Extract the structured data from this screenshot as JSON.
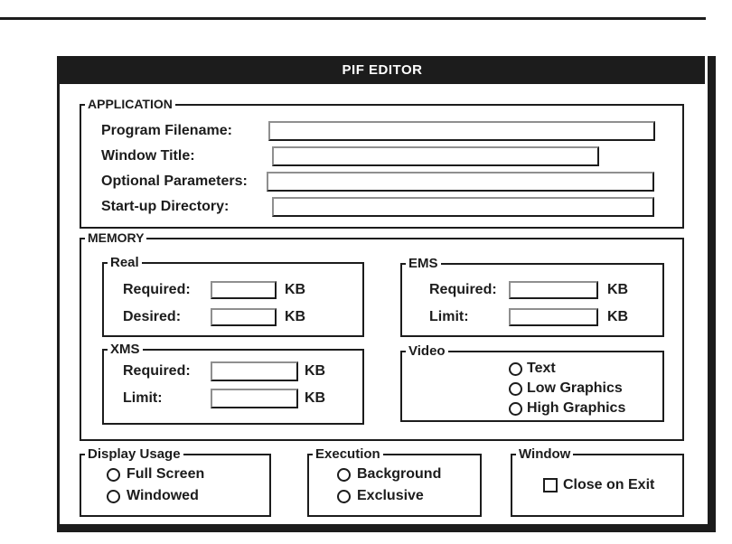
{
  "dialog": {
    "title": "PIF EDITOR",
    "application": {
      "label": "APPLICATION",
      "fields": [
        {
          "label": "Program Filename:",
          "value": ""
        },
        {
          "label": "Window Title:",
          "value": ""
        },
        {
          "label": "Optional Parameters:",
          "value": ""
        },
        {
          "label": "Start-up Directory:",
          "value": ""
        }
      ]
    },
    "memory": {
      "label": "MEMORY",
      "real": {
        "label": "Real",
        "rows": [
          {
            "label": "Required:",
            "value": "",
            "unit": "KB"
          },
          {
            "label": "Desired:",
            "value": "",
            "unit": "KB"
          }
        ]
      },
      "ems": {
        "label": "EMS",
        "rows": [
          {
            "label": "Required:",
            "value": "",
            "unit": "KB"
          },
          {
            "label": "Limit:",
            "value": "",
            "unit": "KB"
          }
        ]
      },
      "xms": {
        "label": "XMS",
        "rows": [
          {
            "label": "Required:",
            "value": "",
            "unit": "KB"
          },
          {
            "label": "Limit:",
            "value": "",
            "unit": "KB"
          }
        ]
      },
      "video": {
        "label": "Video",
        "options": [
          {
            "label": "Text",
            "checked": false
          },
          {
            "label": "Low Graphics",
            "checked": false
          },
          {
            "label": "High Graphics",
            "checked": false
          }
        ]
      }
    },
    "display_usage": {
      "label": "Display Usage",
      "options": [
        {
          "label": "Full Screen",
          "checked": false
        },
        {
          "label": "Windowed",
          "checked": false
        }
      ]
    },
    "execution": {
      "label": "Execution",
      "options": [
        {
          "label": "Background",
          "checked": false
        },
        {
          "label": "Exclusive",
          "checked": false
        }
      ]
    },
    "window": {
      "label": "Window",
      "checkbox": {
        "label": "Close on Exit",
        "checked": false
      }
    }
  }
}
